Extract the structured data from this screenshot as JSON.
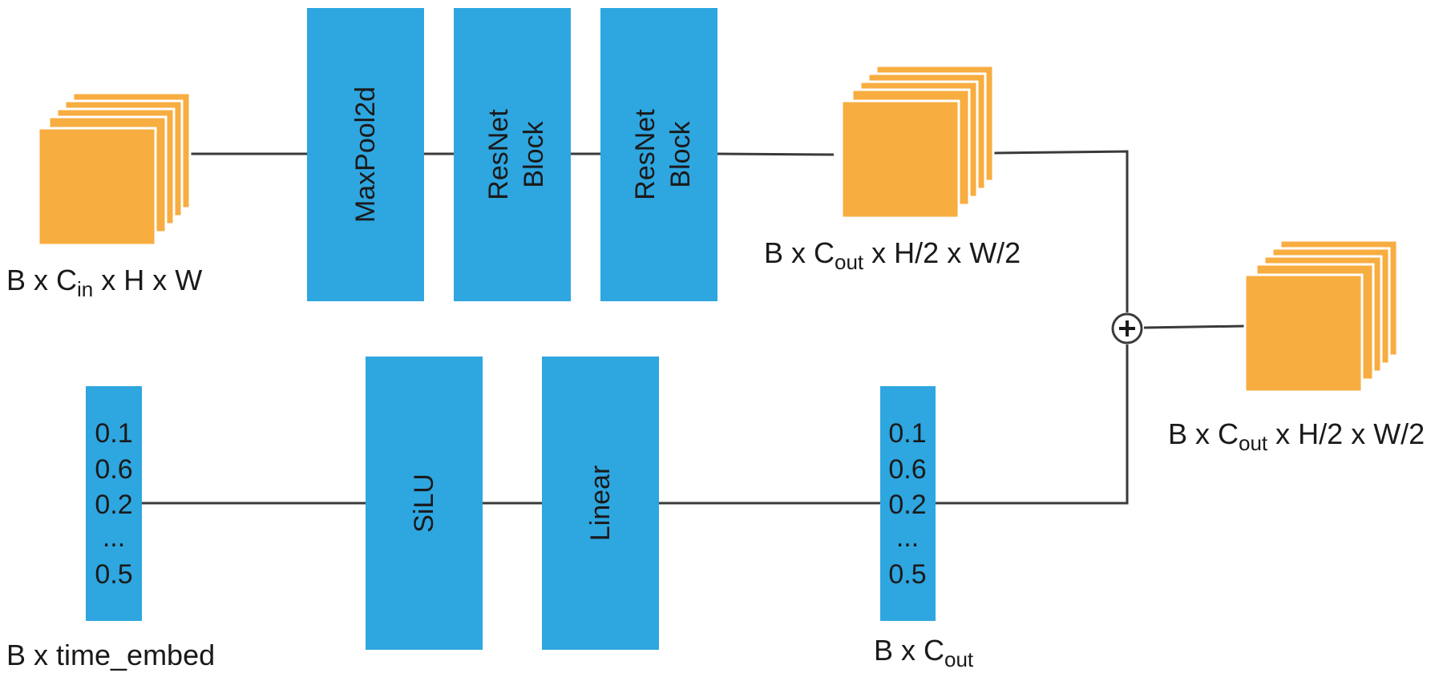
{
  "colors": {
    "layer_block": "#2ea6e0",
    "feature_map": "#f7ad40",
    "connector": "#3a3a3a"
  },
  "encoder_path": {
    "input_label": {
      "pre": "B x C",
      "sub": "in",
      "post": " x H x W"
    },
    "blocks": [
      {
        "lines": [
          "MaxPool2d"
        ]
      },
      {
        "lines": [
          "ResNet",
          "Block"
        ]
      },
      {
        "lines": [
          "ResNet",
          "Block"
        ]
      }
    ],
    "output_label": {
      "pre": "B x C",
      "sub": "out",
      "post": " x H/2 x W/2"
    }
  },
  "time_path": {
    "input_vector": [
      "0.1",
      "0.6",
      "0.2",
      "...",
      "0.5"
    ],
    "input_label": "B x time_embed",
    "blocks": [
      {
        "lines": [
          "SiLU"
        ]
      },
      {
        "lines": [
          "Linear"
        ]
      }
    ],
    "output_vector": [
      "0.1",
      "0.6",
      "0.2",
      "...",
      "0.5"
    ],
    "output_label": {
      "pre": "B x C",
      "sub": "out",
      "post": ""
    }
  },
  "merge": {
    "operator_icon": "plus-circle-icon",
    "result_label": {
      "pre": "B x C",
      "sub": "out",
      "post": " x H/2 x W/2"
    }
  }
}
